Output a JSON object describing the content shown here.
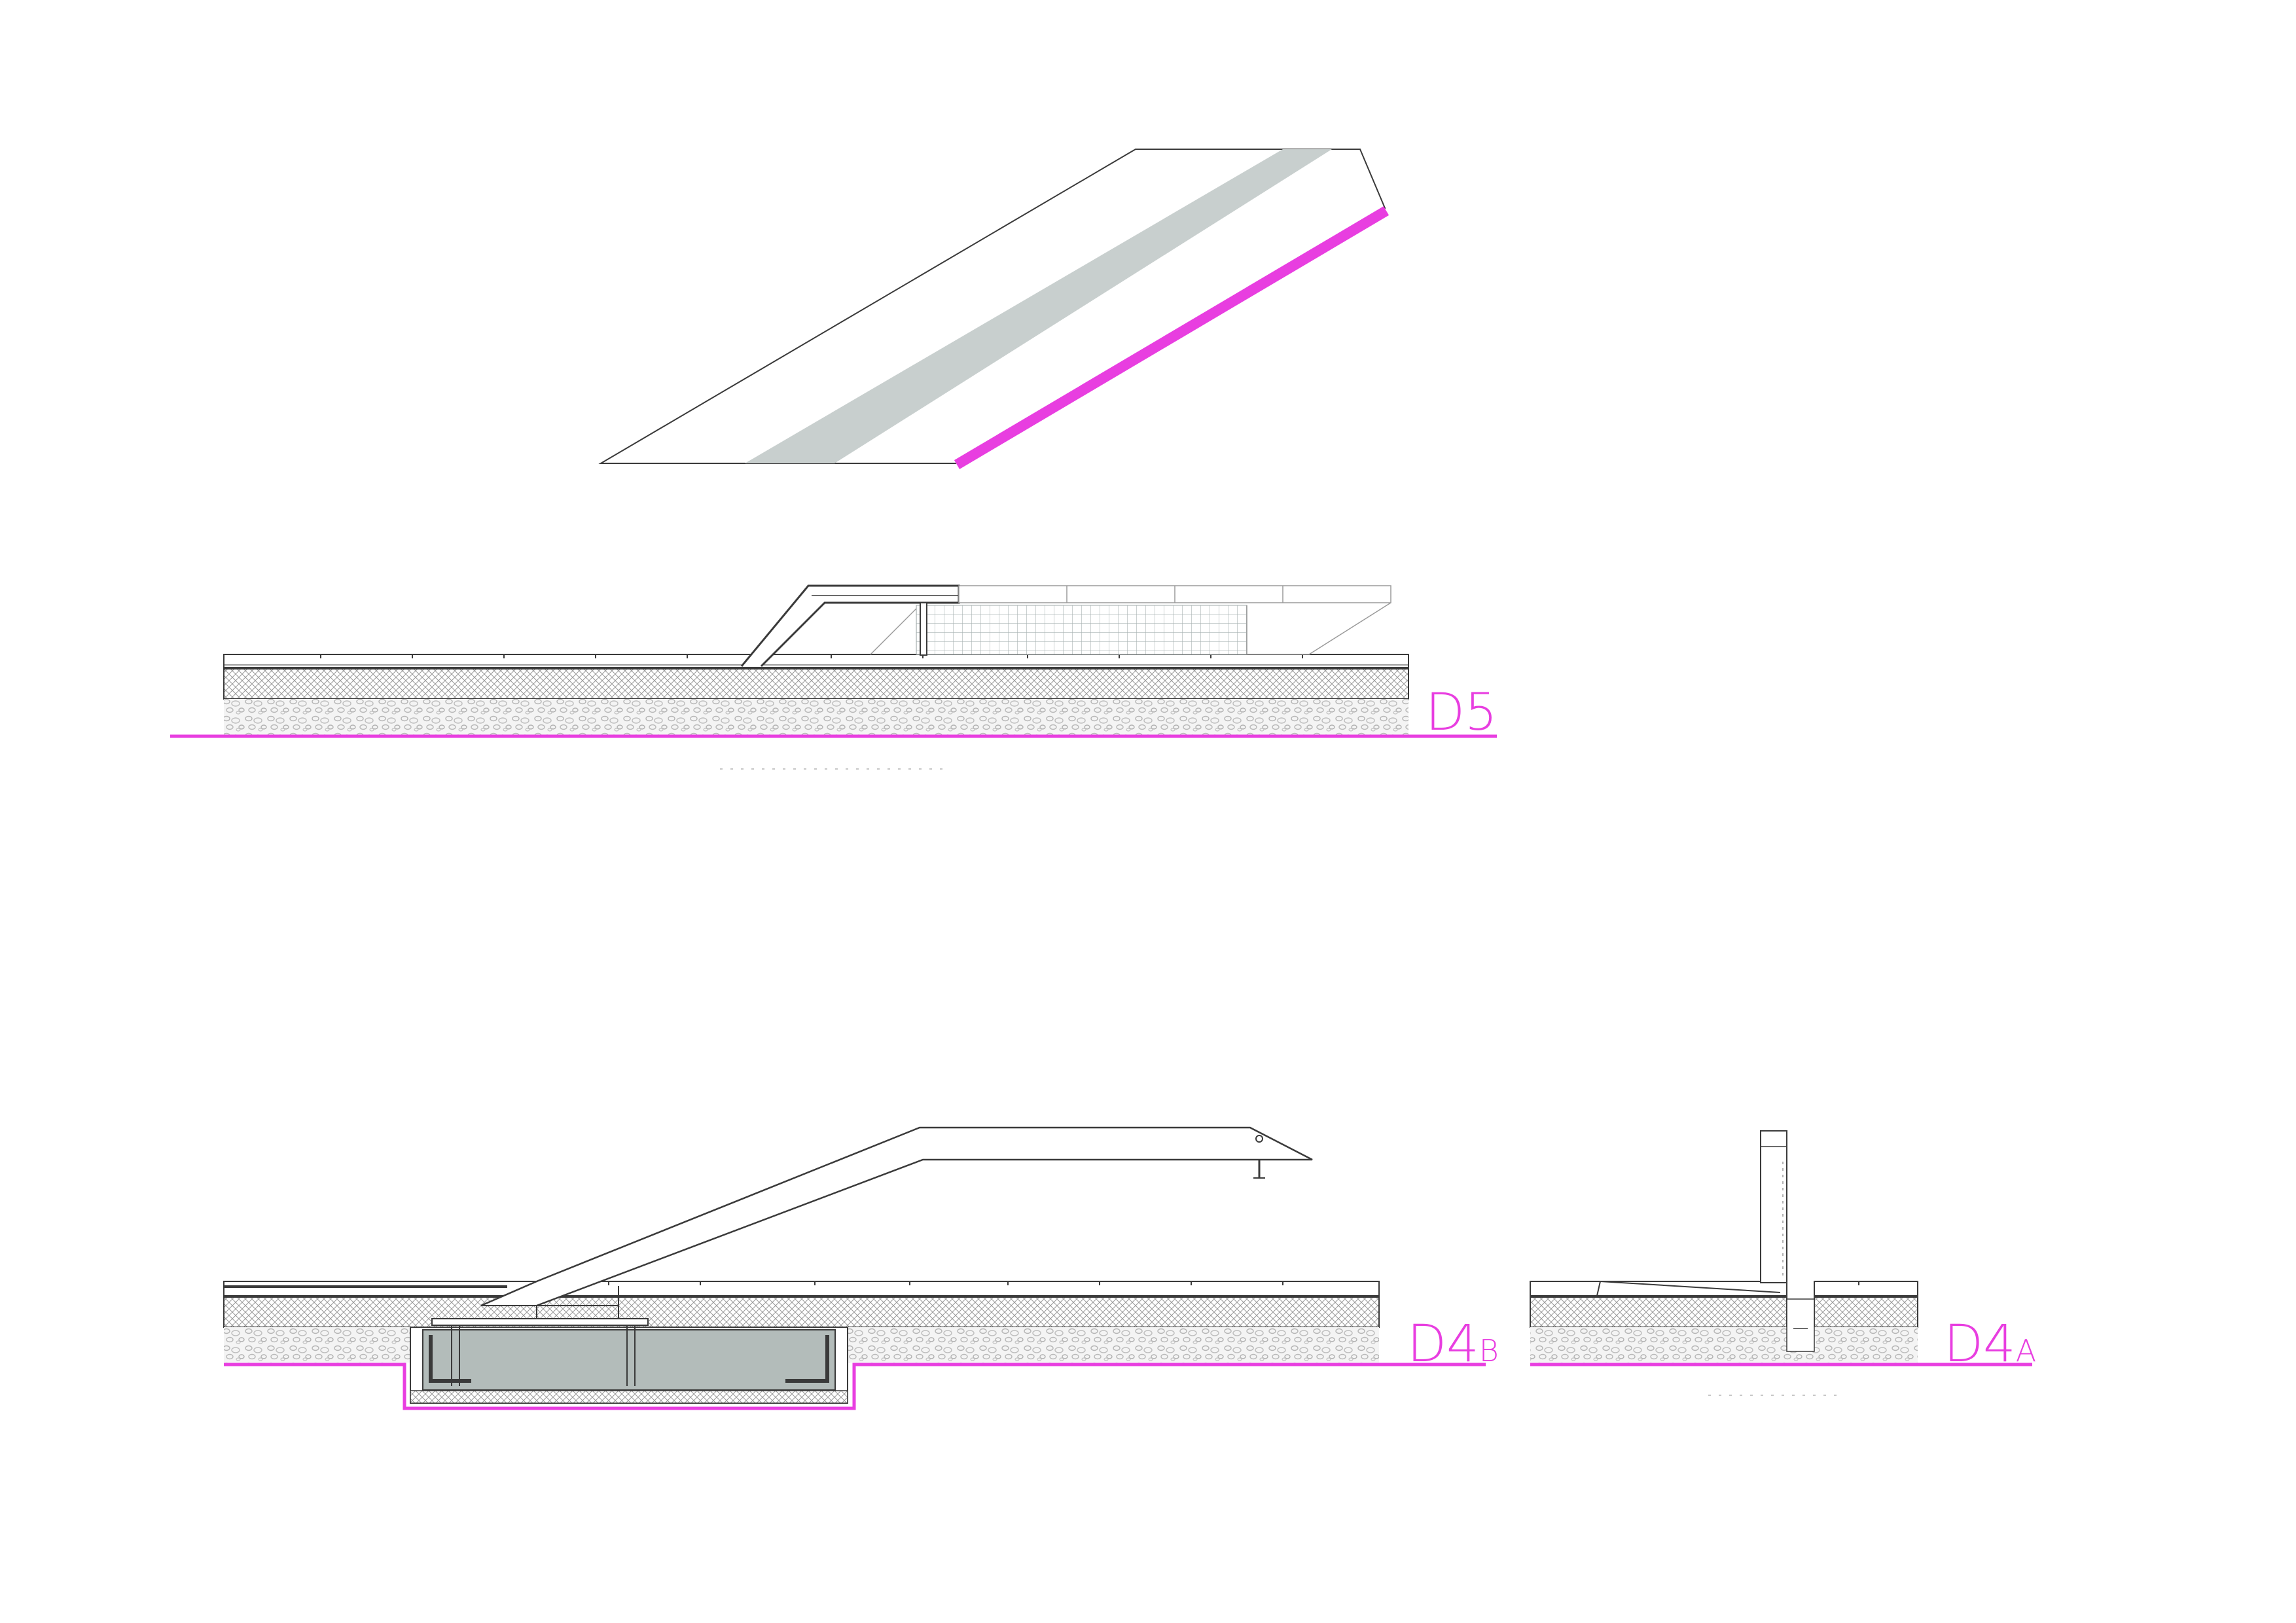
{
  "labels": {
    "d5": "D5",
    "d4b_main": "D4",
    "d4b_sub": "B",
    "d4a_main": "D4",
    "d4a_sub": "A"
  },
  "colors": {
    "accent": "#e83ee0",
    "line": "#3a3a3a",
    "band": "#c8cfce",
    "precast": "#b3bcba",
    "gravel": "#eeeeee"
  }
}
